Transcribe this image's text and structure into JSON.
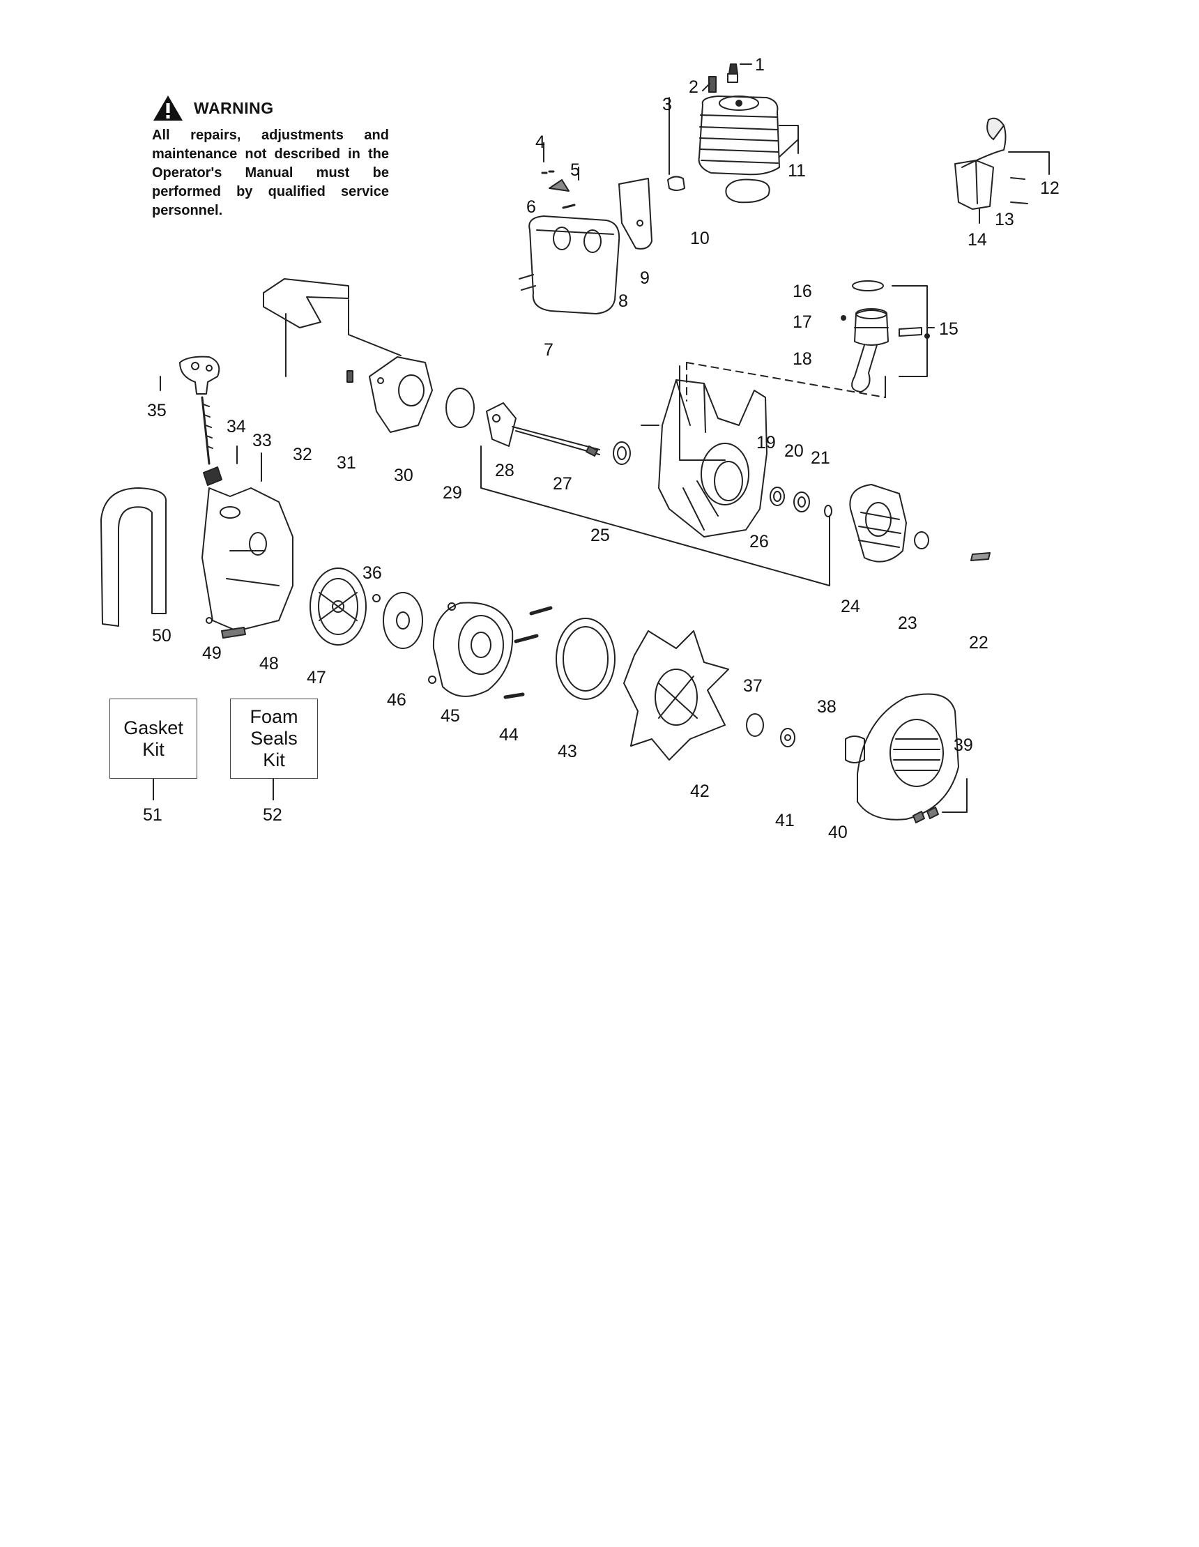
{
  "warning": {
    "title": "WARNING",
    "text": "All repairs, adjustments and maintenance not described in the Operator's Manual must be performed by qualified service personnel.",
    "icon": "warning-triangle-icon"
  },
  "kits": [
    {
      "text": "Gasket\nKit",
      "number": "51"
    },
    {
      "text": "Foam\nSeals\nKit",
      "number": "52"
    }
  ],
  "part_numbers": [
    "1",
    "2",
    "3",
    "4",
    "5",
    "6",
    "7",
    "8",
    "9",
    "10",
    "11",
    "12",
    "13",
    "14",
    "15",
    "16",
    "17",
    "18",
    "19",
    "20",
    "21",
    "22",
    "23",
    "24",
    "25",
    "26",
    "27",
    "28",
    "29",
    "30",
    "31",
    "32",
    "33",
    "34",
    "35",
    "36",
    "37",
    "38",
    "39",
    "40",
    "41",
    "42",
    "43",
    "44",
    "45",
    "46",
    "47",
    "48",
    "49",
    "50"
  ]
}
